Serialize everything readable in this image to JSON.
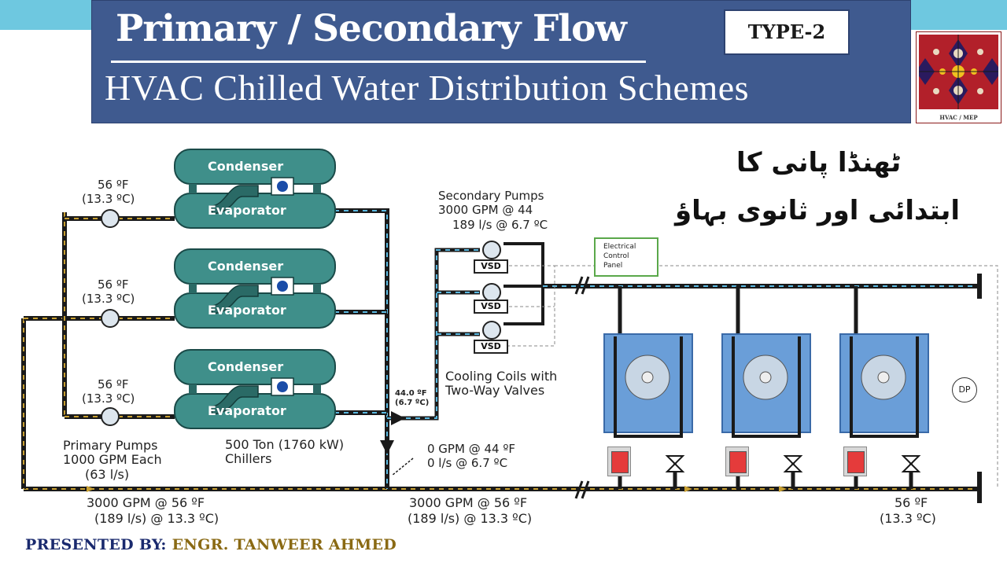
{
  "header": {
    "title": "Primary / Secondary Flow",
    "subtitle": "HVAC Chilled Water Distribution Schemes",
    "type_badge": "TYPE-2",
    "logo_caption": "HVAC / MEP"
  },
  "urdu_title": {
    "line1": "ٹھنڈا پانی کا",
    "line2": "ابتدائی اور ثانوی بہاؤ"
  },
  "chillers": [
    {
      "condenser": "Condenser",
      "evaporator": "Evaporator",
      "temp_f": "56 ºF",
      "temp_c": "(13.3 ºC)"
    },
    {
      "condenser": "Condenser",
      "evaporator": "Evaporator",
      "temp_f": "56 ºF",
      "temp_c": "(13.3 ºC)"
    },
    {
      "condenser": "Condenser",
      "evaporator": "Evaporator",
      "temp_f": "56 ºF",
      "temp_c": "(13.3 ºC)"
    }
  ],
  "primary_pumps": {
    "line1": "Primary Pumps",
    "line2": "1000 GPM Each",
    "line3": "(63 l/s)"
  },
  "chillers_label": {
    "line1": "500 Ton (1760 kW)",
    "line2": "Chillers"
  },
  "secondary_pumps": {
    "line1": "Secondary Pumps",
    "line2": "3000 GPM @ 44",
    "line3": "189 l/s @ 6.7 ºC",
    "vsd_label": "VSD"
  },
  "supply_temp": {
    "line1": "44.0 ºF",
    "line2": "(6.7 ºC)"
  },
  "bypass_flow": {
    "line1": "0 GPM @ 44 ºF",
    "line2": "0 l/s @ 6.7 ºC"
  },
  "return_left": {
    "line1": "3000 GPM @ 56 ºF",
    "line2": "(189 l/s) @ 13.3 ºC)"
  },
  "return_mid": {
    "line1": "3000 GPM @ 56 ºF",
    "line2": "(189 l/s) @ 13.3 ºC)"
  },
  "return_right": {
    "line1": "56 ºF",
    "line2": "(13.3 ºC)"
  },
  "cooling_coils": {
    "line1": "Cooling Coils with",
    "line2": "Two-Way Valves"
  },
  "electrical_panel": {
    "line1": "Electrical",
    "line2": "Control",
    "line3": "Panel"
  },
  "dp_label": "DP",
  "footer": {
    "presented_by": "PRESENTED BY:",
    "author": "ENGR. TANWEER AHMED"
  },
  "colors": {
    "banner": "#3f5a8f",
    "accent": "#6ec8e0",
    "chiller": "#3f8f8a",
    "pipe": "#1a1a1a",
    "return_dash": "#c9a032",
    "supply_dash": "#5ab8e0",
    "coil": "#6a9ed8"
  }
}
